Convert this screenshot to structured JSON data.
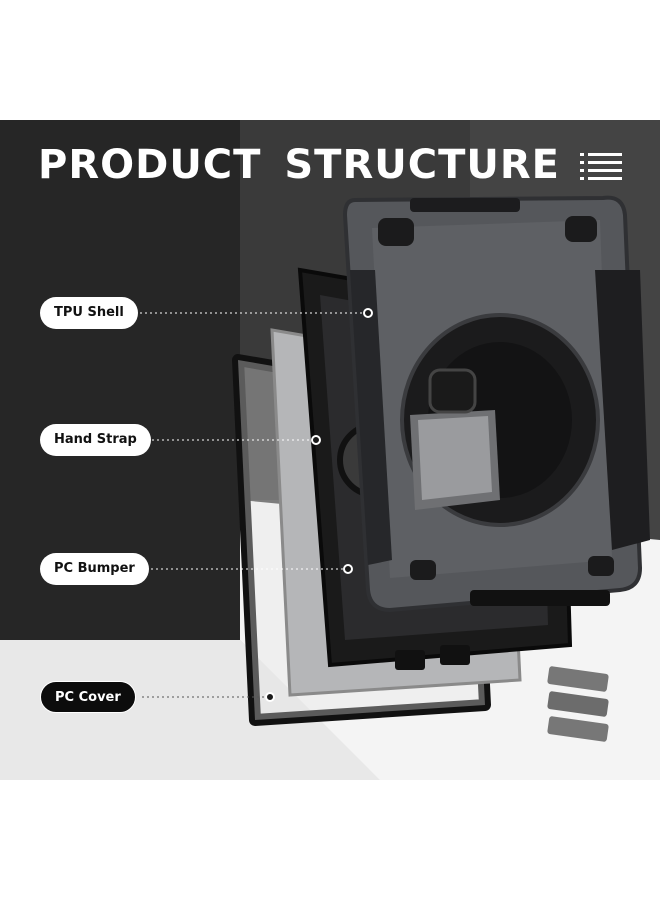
{
  "title": "PRODUCT  STRUCTURE",
  "menu_icon": "list-lines-icon",
  "labels": [
    {
      "id": "tpu-shell",
      "text": "TPU Shell",
      "style": "light"
    },
    {
      "id": "hand-strap",
      "text": "Hand Strap",
      "style": "light"
    },
    {
      "id": "pc-bumper",
      "text": "PC Bumper",
      "style": "light"
    },
    {
      "id": "pc-cover",
      "text": "PC Cover",
      "style": "dark"
    }
  ],
  "colors": {
    "background_dark": "#2a2a2a",
    "shell_gray": "#5a5c60",
    "label_light": "#ffffff",
    "label_dark": "#0c0c0c"
  }
}
